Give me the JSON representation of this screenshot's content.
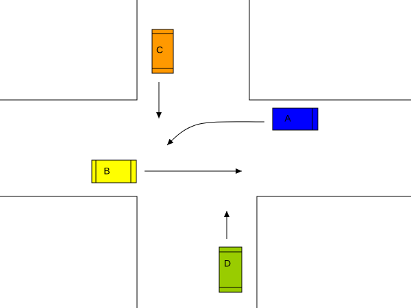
{
  "cars": [
    {
      "id": "A",
      "label": "A",
      "color": "#0000ff",
      "label_color": "#ffffff"
    },
    {
      "id": "B",
      "label": "B",
      "color": "#ffff00",
      "label_color": "#000000"
    },
    {
      "id": "C",
      "label": "C",
      "color": "#ff9900",
      "label_color": "#000000"
    },
    {
      "id": "D",
      "label": "D",
      "color": "#99cc00",
      "label_color": "#000000"
    }
  ]
}
